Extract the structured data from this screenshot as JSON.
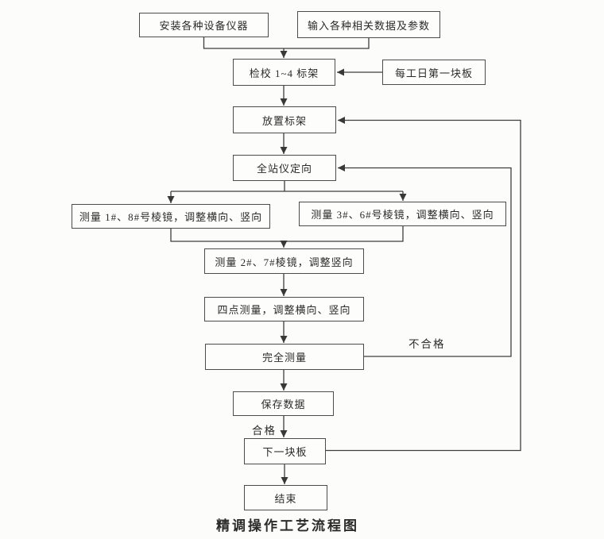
{
  "caption": "精调操作工艺流程图",
  "colors": {
    "ink": "#3e3e3e",
    "paper": "#fcfcfb"
  },
  "nodes": {
    "install": {
      "label": "安装各种设备仪器"
    },
    "input_params": {
      "label": "输入各种相关数据及参数"
    },
    "check_frames": {
      "label": "检校 1~4 标架"
    },
    "first_board": {
      "label": "每工日第一块板"
    },
    "place_frame": {
      "label": "放置标架"
    },
    "orient_station": {
      "label": "全站仪定向"
    },
    "measure_1_8": {
      "label": "测量 1#、8#号棱镜，调整横向、竖向"
    },
    "measure_3_6": {
      "label": "测量 3#、6#号棱镜，调整横向、竖向"
    },
    "measure_2_7": {
      "label": "测量 2#、7#棱镜，调整竖向"
    },
    "four_point": {
      "label": "四点测量，调整横向、竖向"
    },
    "complete_measure": {
      "label": "完全测量"
    },
    "save_data": {
      "label": "保存数据"
    },
    "next_board": {
      "label": "下一块板"
    },
    "end": {
      "label": "结束"
    }
  },
  "edge_labels": {
    "fail": "不合格",
    "pass": "合格"
  }
}
